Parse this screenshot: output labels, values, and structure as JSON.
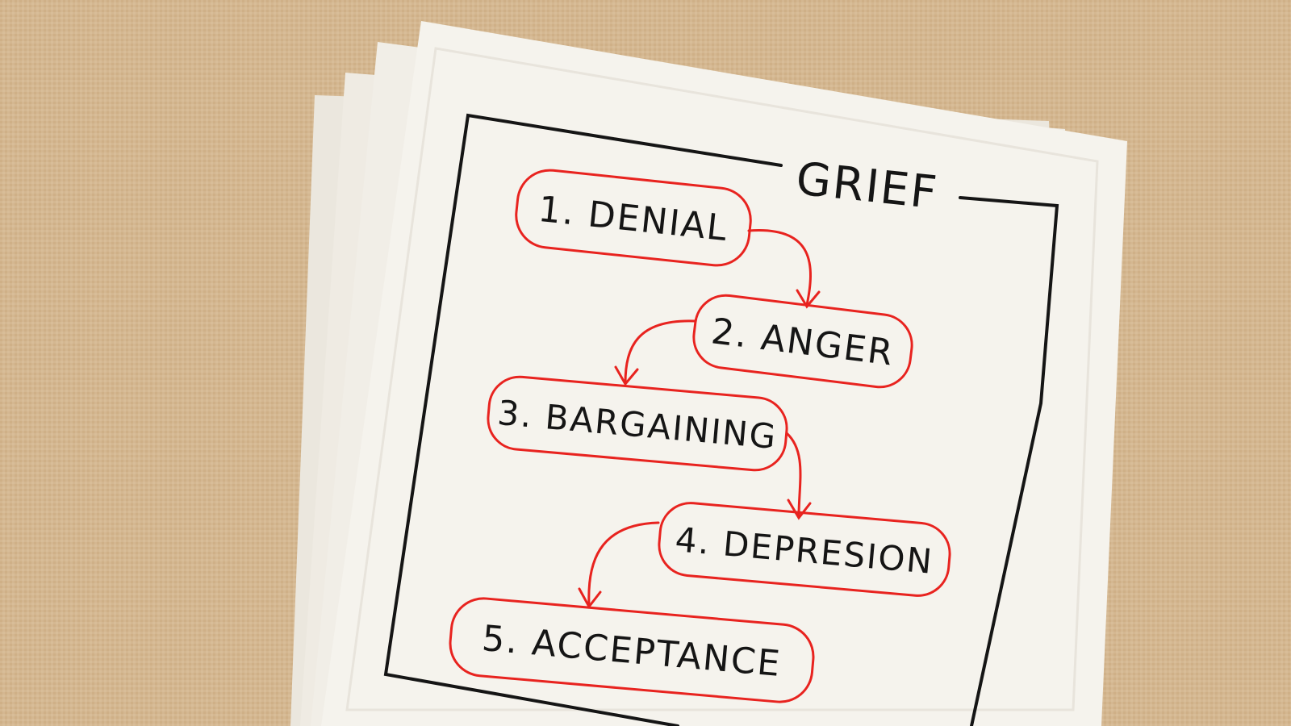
{
  "title": "GRIEF",
  "stages": [
    {
      "label": "1. DENIAL"
    },
    {
      "label": "2. ANGER"
    },
    {
      "label": "3. BARGAINING"
    },
    {
      "label": "4. DEPRESION"
    },
    {
      "label": "5. ACCEPTANCE"
    }
  ],
  "colors": {
    "background": "#d2b48f",
    "napkin": "#f4f1ea",
    "ink": "#151515",
    "outline": "#e8231f"
  }
}
